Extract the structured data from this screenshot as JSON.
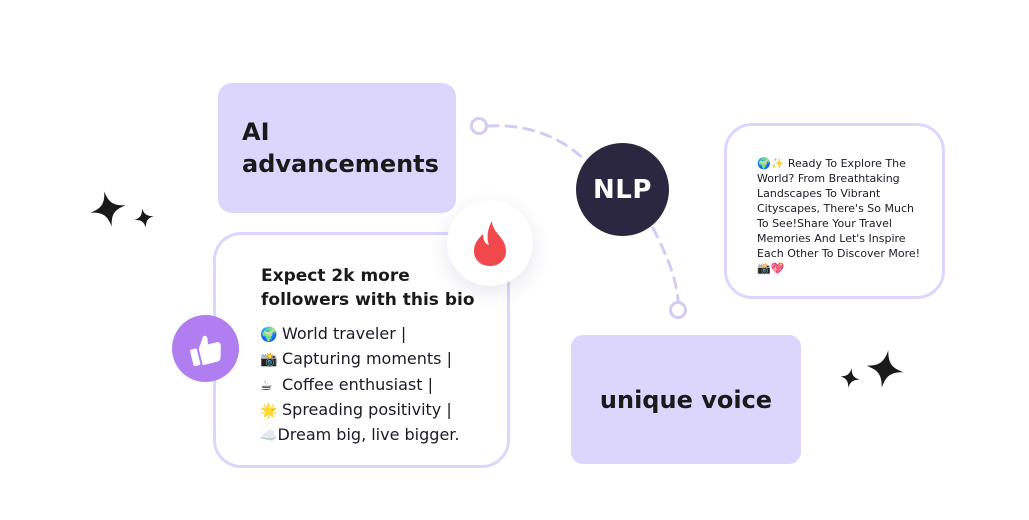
{
  "cards": {
    "ai_advancements": "AI advancements",
    "nlp": "NLP",
    "unique_voice": "unique voice",
    "quote": "🌍✨ Ready To Explore The World? From Breathtaking Landscapes To Vibrant Cityscapes, There's So Much To See!Share Your Travel Memories And Let's Inspire Each Other To Discover More! 📸💖"
  },
  "bio": {
    "title": "Expect 2k more followers with this bio",
    "lines": [
      {
        "emoji": "🌍",
        "text": "World traveler |"
      },
      {
        "emoji": "📸",
        "text": "Capturing moments |"
      },
      {
        "emoji": "☕",
        "text": "Coffee enthusiast |"
      },
      {
        "emoji": "🌟",
        "text": "Spreading positivity |"
      },
      {
        "emoji": "☁️",
        "text": "Dream big, live bigger."
      }
    ]
  },
  "icons": {
    "flame": "flame-icon",
    "thumbs_up": "thumbs-up-icon",
    "sparkle": "sparkle-icon"
  },
  "colors": {
    "lavender": "#dcd6fd",
    "navy": "#2b2740",
    "flame": "#f2484c",
    "purple": "#b07ef0"
  }
}
